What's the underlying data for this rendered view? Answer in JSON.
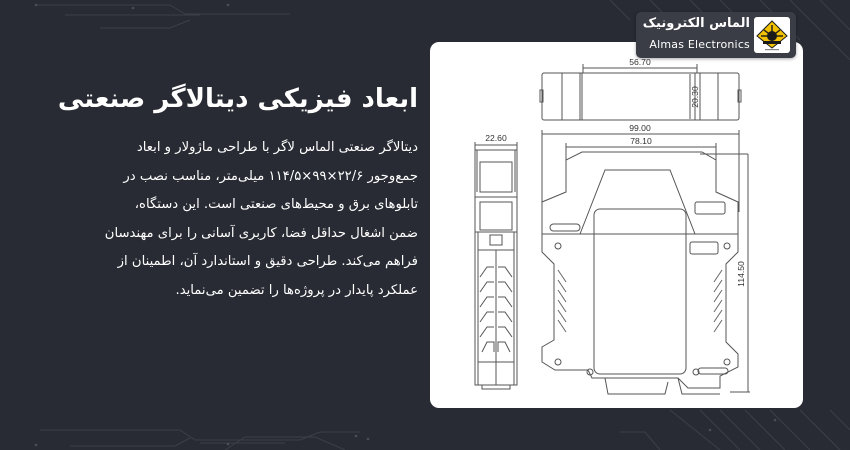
{
  "brand": {
    "name_fa": "الماس الکترونیک",
    "name_en": "Almas Electronics",
    "logo_icon": "diamond-sunburst-logo",
    "colors": {
      "badge_bg": "#3a3d45",
      "logo_yellow": "#f2c200",
      "logo_black": "#1a1a1a"
    }
  },
  "heading": "ابعاد فیزیکی دیتالاگر صنعتی",
  "description_lines": [
    "دیتالاگر صنعتی الماس لاگر با طراحی ماژولار و ابعاد",
    "جمع‌وجور ۲۲/۶×۹۹×۱۱۴/۵ میلی‌متر، مناسب نصب در",
    "تابلوهای برق و محیط‌های صنعتی است. این دستگاه،",
    "ضمن اشغال حداقل فضا، کاربری آسانی را برای مهندسان",
    "فراهم می‌کند. طراحی دقیق و استاندارد آن، اطمینان از",
    "عملکرد پایدار در پروژه‌ها را تضمین می‌نماید."
  ],
  "drawing": {
    "top_view": {
      "width_label": "56.70",
      "height_label": "20.30"
    },
    "side_view": {
      "width_label": "22.60"
    },
    "front_view": {
      "overall_width_label": "99.00",
      "inner_width_label": "78.10",
      "height_label": "114.50"
    }
  },
  "colors": {
    "background": "#282b33",
    "card": "#ffffff",
    "text": "#ffffff",
    "line": "#555555"
  }
}
